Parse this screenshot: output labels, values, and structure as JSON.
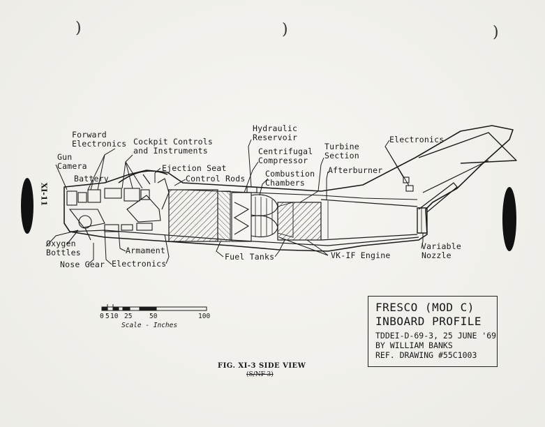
{
  "labels": {
    "forward_electronics_1": "Forward",
    "forward_electronics_2": "Electronics",
    "gun_camera_1": "Gun",
    "gun_camera_2": "Camera",
    "battery": "Battery",
    "cockpit_1": "Cockpit Controls",
    "cockpit_2": "and Instruments",
    "ejection_seat": "Ejection Seat",
    "control_rods": "Control Rods",
    "hydraulic_1": "Hydraulic",
    "hydraulic_2": "Reservoir",
    "centrifugal_1": "Centrifugal",
    "centrifugal_2": "Compressor",
    "combustion_1": "Combustion",
    "combustion_2": "Chambers",
    "turbine_1": "Turbine",
    "turbine_2": "Section",
    "afterburner": "Afterburner",
    "electronics_tail": "Electronics",
    "oxygen_1": "Oxygen",
    "oxygen_2": "Bottles",
    "nose_gear": "Nose Gear",
    "armament": "Armament",
    "electronics_lower": "Electronics",
    "fuel_tanks": "Fuel Tanks",
    "engine": "VK-IF Engine",
    "nozzle_1": "Variable",
    "nozzle_2": "Nozzle"
  },
  "side_code": "XI-11",
  "scale": {
    "ticks": [
      "0",
      "5",
      "10",
      "25",
      "50",
      "100"
    ],
    "caption": "Scale - Inches"
  },
  "title_block": {
    "line1": "FRESCO (MOD C)",
    "line2": "INBOARD PROFILE",
    "line3": "TDDEI-D-69-3, 25 JUNE '69",
    "line4": "BY  WILLIAM BANKS",
    "line5": "REF. DRAWING #55C1003"
  },
  "figure": {
    "caption": "FIG.  XI-3  SIDE VIEW",
    "sub": "(S/NF-3)"
  }
}
